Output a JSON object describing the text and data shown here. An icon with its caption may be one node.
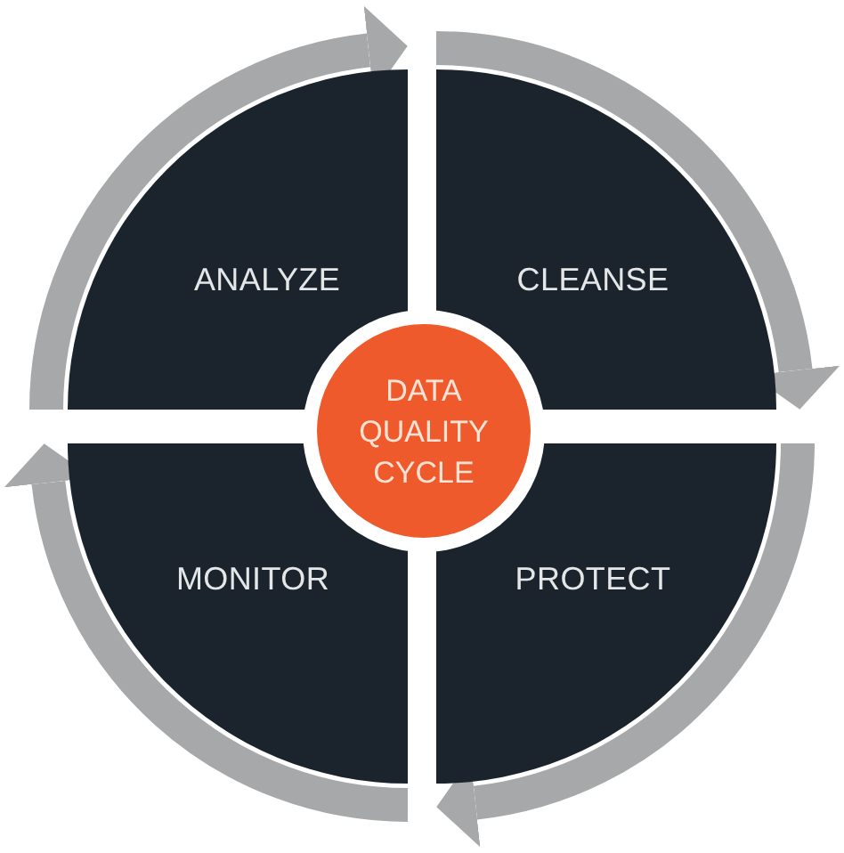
{
  "diagram": {
    "nodes": [
      {
        "text": [
          "ANALYZE"
        ]
      },
      {
        "text": [
          "CLEANSE"
        ]
      },
      {
        "text": [
          "DATA QUALITY CYCLE"
        ]
      },
      {
        "text": [
          "MONITOR"
        ]
      },
      {
        "text": [
          "PROTECT"
        ]
      }
    ],
    "edges": [
      {
        "from": 0,
        "to": 1,
        "arrow": "to"
      },
      {
        "from": 1,
        "to": 4,
        "arrow": "to"
      },
      {
        "from": 4,
        "to": 3,
        "arrow": "to"
      },
      {
        "from": 3,
        "to": 0,
        "arrow": "to"
      }
    ]
  }
}
